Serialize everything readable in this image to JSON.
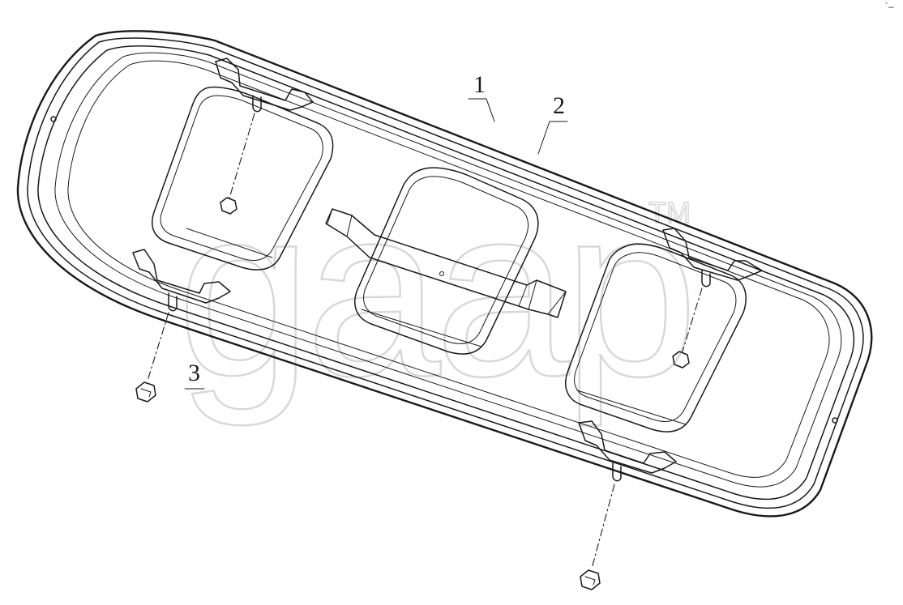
{
  "diagram": {
    "callouts": [
      {
        "id": "part-1",
        "label": "1"
      },
      {
        "id": "part-2",
        "label": "2"
      },
      {
        "id": "part-3",
        "label": "3"
      }
    ],
    "watermark": {
      "text": "gaap",
      "trademark": "TM"
    },
    "corner_mark": "´–"
  }
}
